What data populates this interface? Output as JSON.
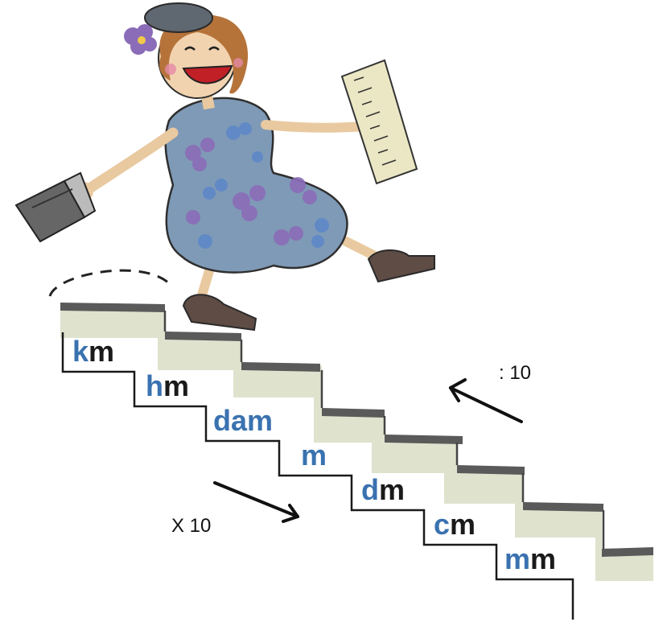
{
  "colors": {
    "prefix": "#3a72b0",
    "text": "#1a1a1a",
    "dress": "#7f9ab6",
    "flower_purple": "#8b6cb8",
    "flower_blue": "#5d88c8",
    "hair": "#b5733a",
    "stair_top": "#4d4d4d",
    "stair_shadow": "#dfe2cd"
  },
  "units": [
    {
      "prefix": "k",
      "base": "m"
    },
    {
      "prefix": "h",
      "base": "m"
    },
    {
      "prefix": "dam",
      "base": ""
    },
    {
      "prefix": "m",
      "base": ""
    },
    {
      "prefix": "d",
      "base": "m"
    },
    {
      "prefix": "c",
      "base": "m"
    },
    {
      "prefix": "m",
      "base": "m"
    }
  ],
  "operations": {
    "up_label": ": 10",
    "down_label": "X 10"
  },
  "icons": {
    "character": "woman-icon",
    "ruler": "ruler-icon",
    "handbag": "handbag-icon"
  }
}
